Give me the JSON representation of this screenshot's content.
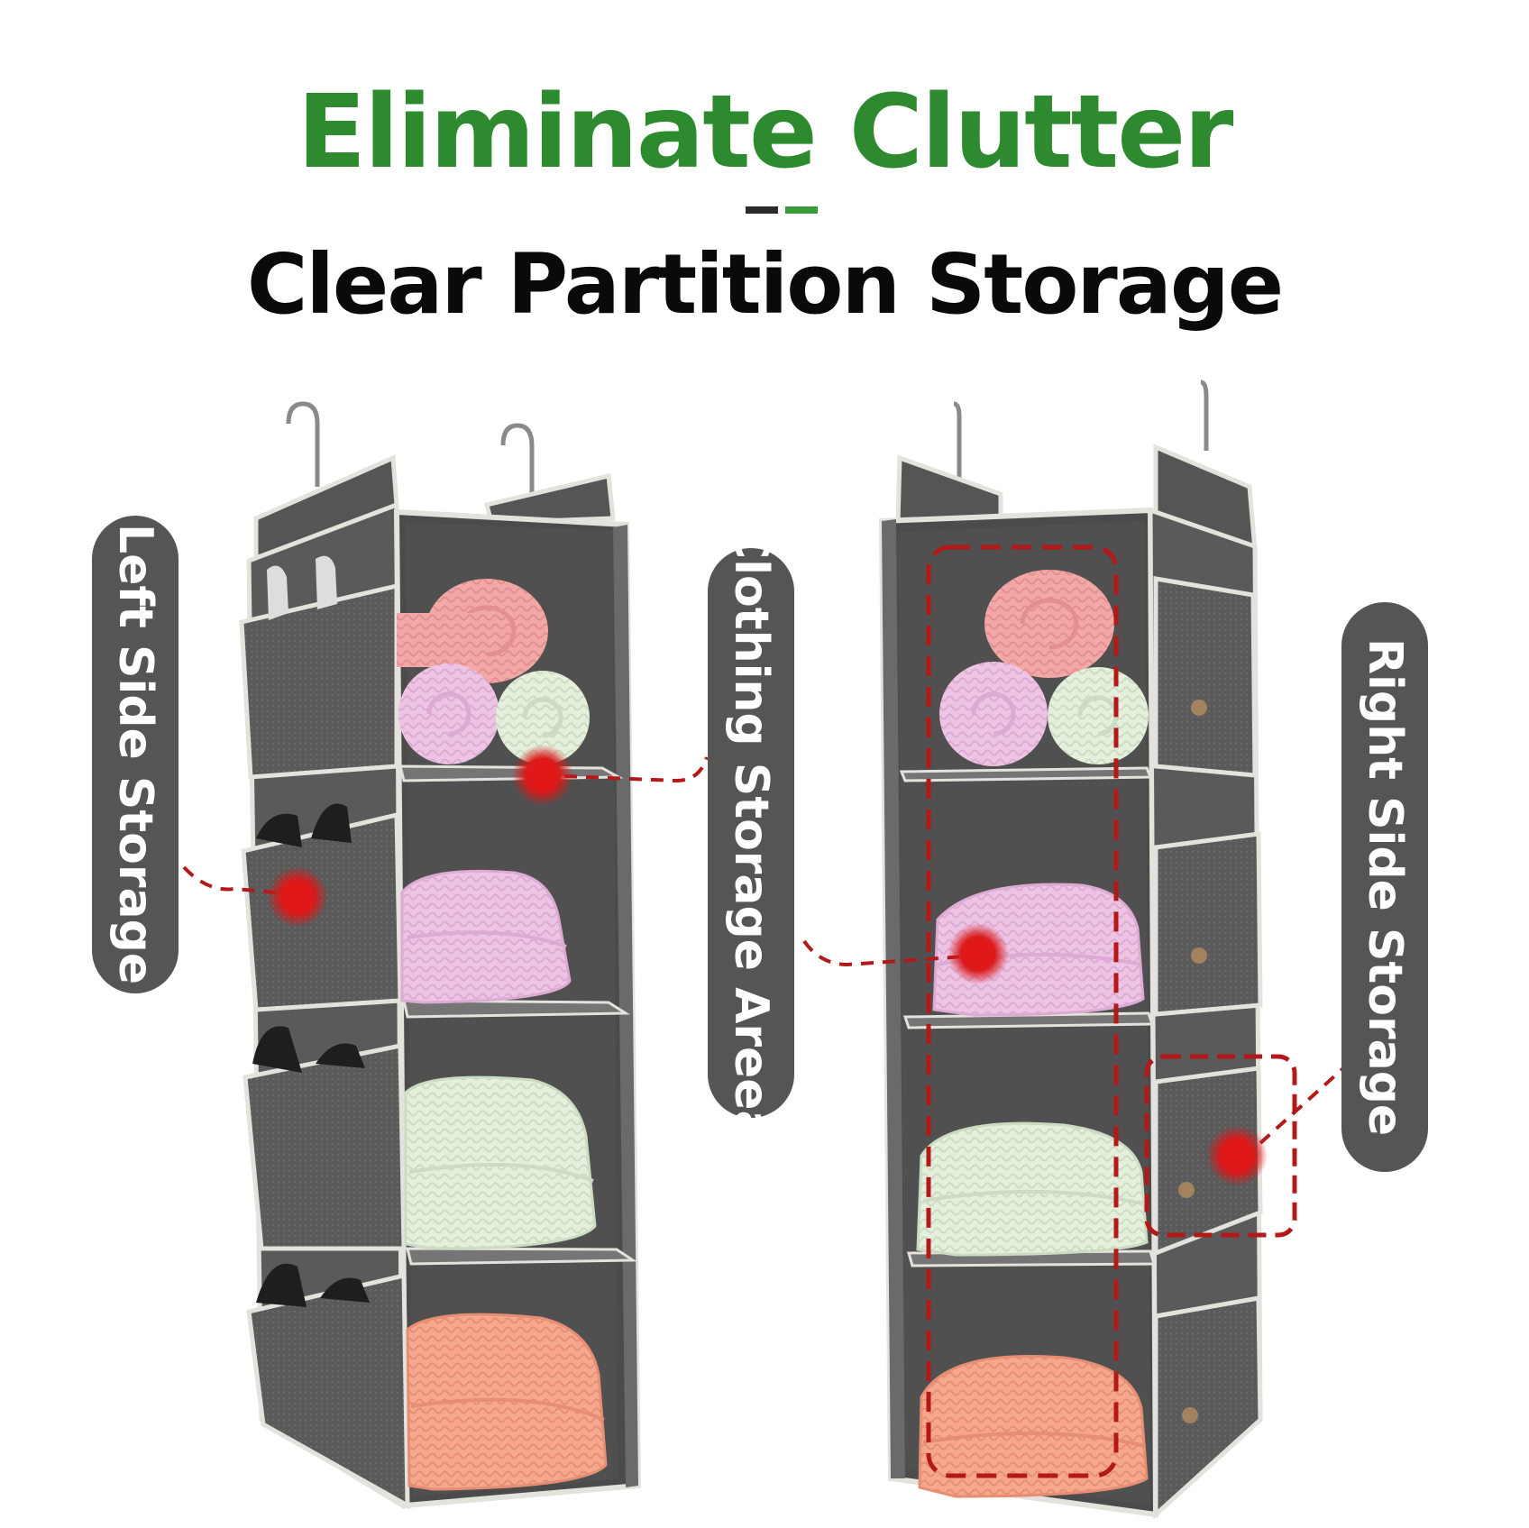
{
  "heading": {
    "title": "Eliminate Clutter",
    "subtitle": "Clear Partition Storage"
  },
  "callouts": {
    "left": "Left Side Storage",
    "center": "Clothing Storage Areea",
    "right": "Right Side Storage"
  },
  "colors": {
    "title_green": "#2e8a2e",
    "subtitle_black": "#0a0a0a",
    "pill_gray": "#555553",
    "fabric_gray": "#5f5f5f",
    "fabric_dark": "#4a4a4a",
    "trim": "#e4e2dc",
    "marker_red": "#d91a1a",
    "dash_red": "#b31919",
    "towel_pink": "#f3a8a8",
    "towel_lilac": "#eec4e4",
    "towel_mint": "#e4efdc",
    "towel_coral": "#f6a88e"
  }
}
